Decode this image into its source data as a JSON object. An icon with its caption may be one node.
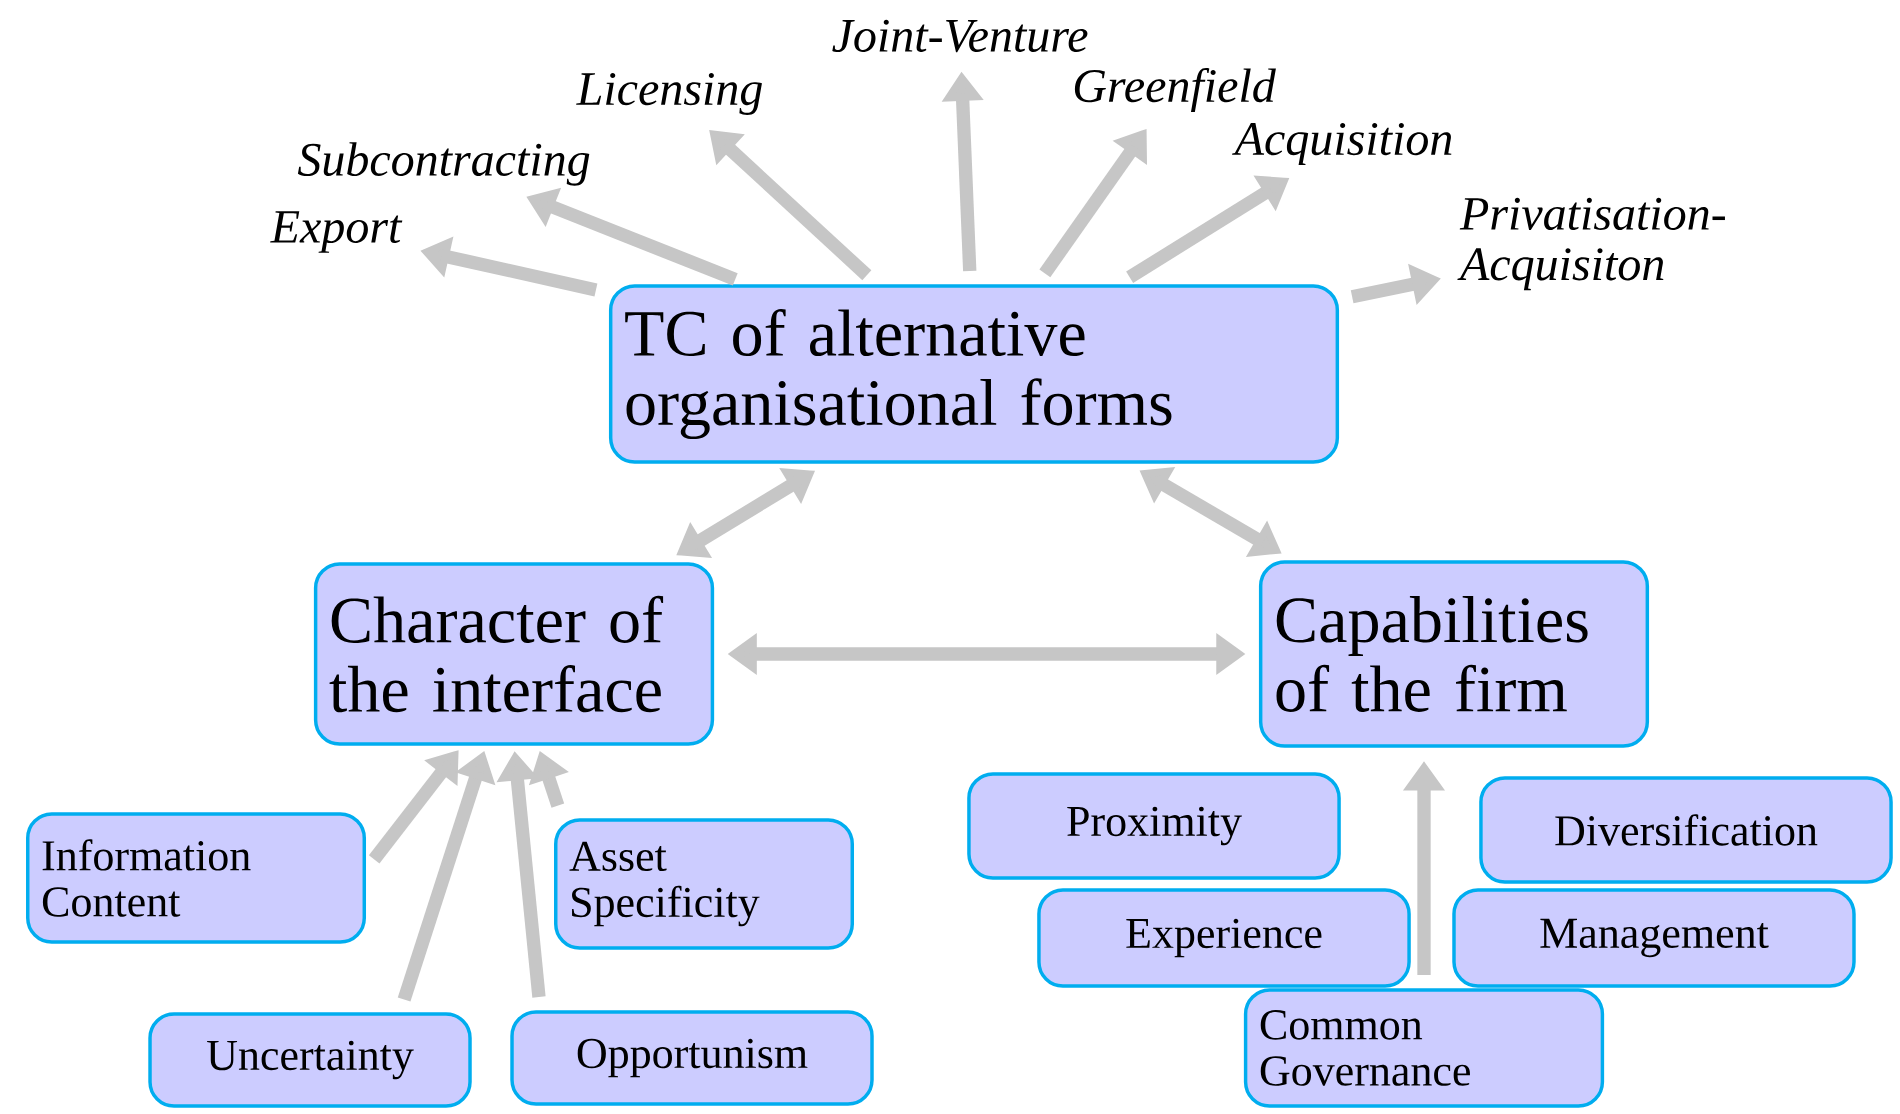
{
  "diagram": {
    "nodes": [
      {
        "text": [
          "TC of alternative organisational forms"
        ]
      },
      {
        "text": [
          "Export"
        ]
      },
      {
        "text": [
          "Subcontracting"
        ]
      },
      {
        "text": [
          "Licensing"
        ]
      },
      {
        "text": [
          "Joint-Venture"
        ]
      },
      {
        "text": [
          "Greenfield"
        ]
      },
      {
        "text": [
          "Acquisition"
        ]
      },
      {
        "text": [
          "Privatisation- Acquisiton"
        ]
      },
      {
        "text": [
          "Character of the interface"
        ]
      },
      {
        "text": [
          "Capabilities of the firm"
        ]
      },
      {
        "text": [
          "Information Content"
        ]
      },
      {
        "text": [
          "Asset Specificity"
        ]
      },
      {
        "text": [
          "Uncertainty"
        ]
      },
      {
        "text": [
          "Opportunism"
        ]
      },
      {
        "text": [
          "Proximity"
        ]
      },
      {
        "text": [
          "Diversification"
        ]
      },
      {
        "text": [
          "Experience"
        ]
      },
      {
        "text": [
          "Management"
        ]
      },
      {
        "text": [
          "Common Governance"
        ]
      }
    ],
    "edges": [
      {
        "from": 0,
        "to": 1,
        "arrow": "to"
      },
      {
        "from": 0,
        "to": 2,
        "arrow": "to"
      },
      {
        "from": 0,
        "to": 3,
        "arrow": "to"
      },
      {
        "from": 0,
        "to": 4,
        "arrow": "to"
      },
      {
        "from": 0,
        "to": 5,
        "arrow": "to"
      },
      {
        "from": 0,
        "to": 6,
        "arrow": "to"
      },
      {
        "from": 0,
        "to": 7,
        "arrow": "to"
      },
      {
        "from": 0,
        "to": 8,
        "arrow": "both"
      },
      {
        "from": 0,
        "to": 9,
        "arrow": "both"
      },
      {
        "from": 8,
        "to": 9,
        "arrow": "both"
      },
      {
        "from": 10,
        "to": 8,
        "arrow": "to"
      },
      {
        "from": 11,
        "to": 8,
        "arrow": "to"
      },
      {
        "from": 12,
        "to": 8,
        "arrow": "to"
      },
      {
        "from": 13,
        "to": 8,
        "arrow": "to"
      },
      {
        "from": 18,
        "to": 9,
        "arrow": "to"
      }
    ]
  }
}
